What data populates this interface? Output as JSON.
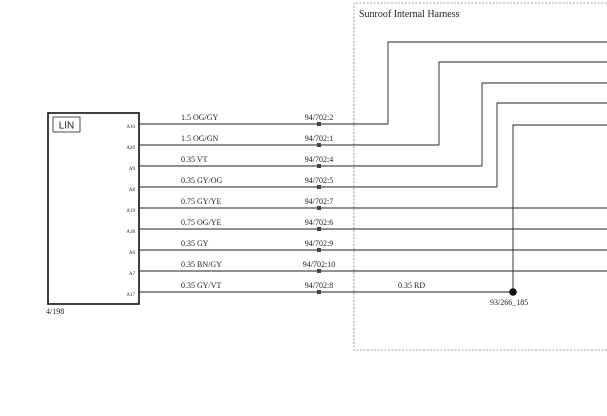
{
  "harness": {
    "title": "Sunroof Internal Harness"
  },
  "module": {
    "label": "LIN",
    "reference": "4/198"
  },
  "wires": [
    {
      "pin": "A10",
      "spec": "1.5 OG/GY",
      "connector": "94/702:2"
    },
    {
      "pin": "A20",
      "spec": "1.5 OG/GN",
      "connector": "94/702:1"
    },
    {
      "pin": "A9",
      "spec": "0.35 VT",
      "connector": "94/702:4"
    },
    {
      "pin": "A8",
      "spec": "0.35 GY/OG",
      "connector": "94/702:5"
    },
    {
      "pin": "A19",
      "spec": "0.75 GY/YE",
      "connector": "94/702:7"
    },
    {
      "pin": "A18",
      "spec": "0.75 OG/YE",
      "connector": "94/702:6"
    },
    {
      "pin": "A6",
      "spec": "0.35 GY",
      "connector": "94/702:9"
    },
    {
      "pin": "A7",
      "spec": "0.35 BN/GY",
      "connector": "94/702:10"
    },
    {
      "pin": "A17",
      "spec": "0.35 GY/VT",
      "connector": "94/702:8"
    }
  ],
  "splice": {
    "wire": "0.35 RD",
    "id": "93/266_185"
  }
}
